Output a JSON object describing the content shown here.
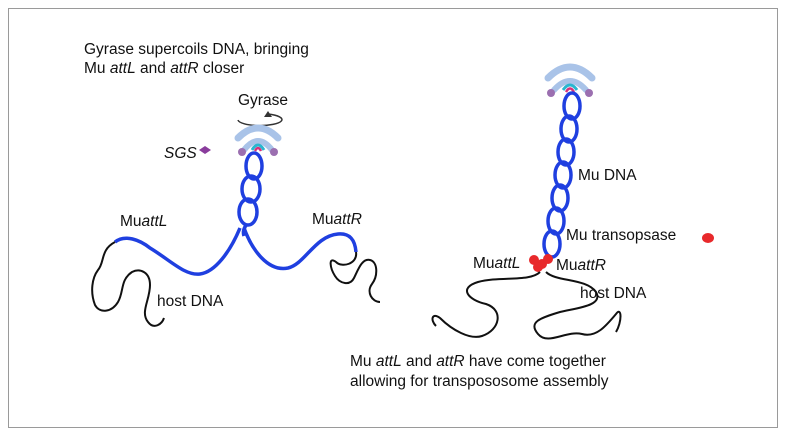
{
  "colors": {
    "mu_dna": "#1f3fe0",
    "host_dna": "#111111",
    "gyrase": "#a9c3e8",
    "sgs": "#8a3c9c",
    "transposase": "#e8292b",
    "frame": "#9a9a9a"
  },
  "left_panel": {
    "caption_line1": "Gyrase supercoils DNA, bringing",
    "caption_line2_prefix": "Mu ",
    "caption_line2_attL": "attL",
    "caption_line2_and": " and ",
    "caption_line2_attR": "attR",
    "caption_line2_suffix": " closer",
    "gyrase_label": "Gyrase",
    "sgs_label": "SGS",
    "muattL_prefix": "Mu",
    "muattL_italic": "attL",
    "muattR_prefix": "Mu",
    "muattR_italic": "attR",
    "host_dna_label": "host DNA"
  },
  "right_panel": {
    "mu_dna_label": "Mu DNA",
    "transposase_label": "Mu transopsase",
    "muattL_prefix": "Mu",
    "muattL_italic": "attL",
    "muattR_prefix": "Mu",
    "muattR_italic": "attR",
    "host_dna_label": "host DNA",
    "caption_line1_prefix": "Mu ",
    "caption_line1_attL": "attL",
    "caption_line1_and": " and ",
    "caption_line1_attR": "attR",
    "caption_line1_suffix": " have come together",
    "caption_line2": "allowing for transpososome assembly"
  }
}
